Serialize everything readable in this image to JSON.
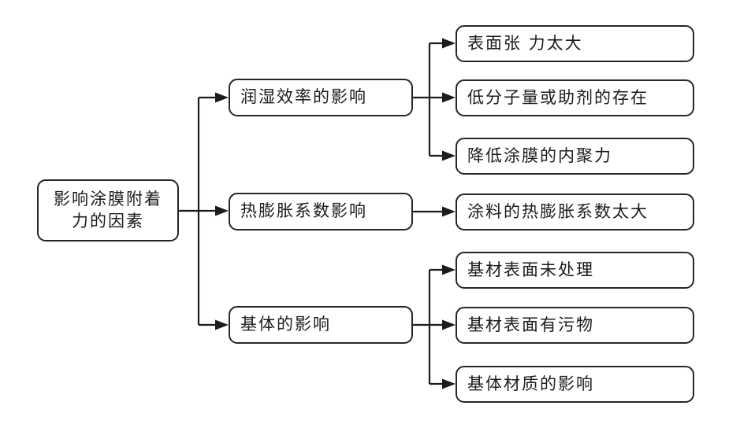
{
  "diagram": {
    "title_implicit": "影响涂膜附着力的因素",
    "root": {
      "label": "影响涂膜附着力的因素",
      "line1": "影响涂膜附着",
      "line2": "力的因素"
    },
    "branches": [
      {
        "label": "润湿效率的影响",
        "children": [
          {
            "label": "表面张 力太大"
          },
          {
            "label": "低分子量或助剂的存在"
          },
          {
            "label": "降低涂膜的内聚力"
          }
        ]
      },
      {
        "label": "热膨胀系数影响",
        "children": [
          {
            "label": "涂料的热膨胀系数太大"
          }
        ]
      },
      {
        "label": "基体的影响",
        "children": [
          {
            "label": "基材表面未处理"
          },
          {
            "label": "基材表面有污物"
          },
          {
            "label": "基体材质的影响"
          }
        ]
      }
    ],
    "colors": {
      "line": "#1c1c1c",
      "border": "#262626",
      "text": "#1c1c1c",
      "background": "#ffffff"
    }
  }
}
